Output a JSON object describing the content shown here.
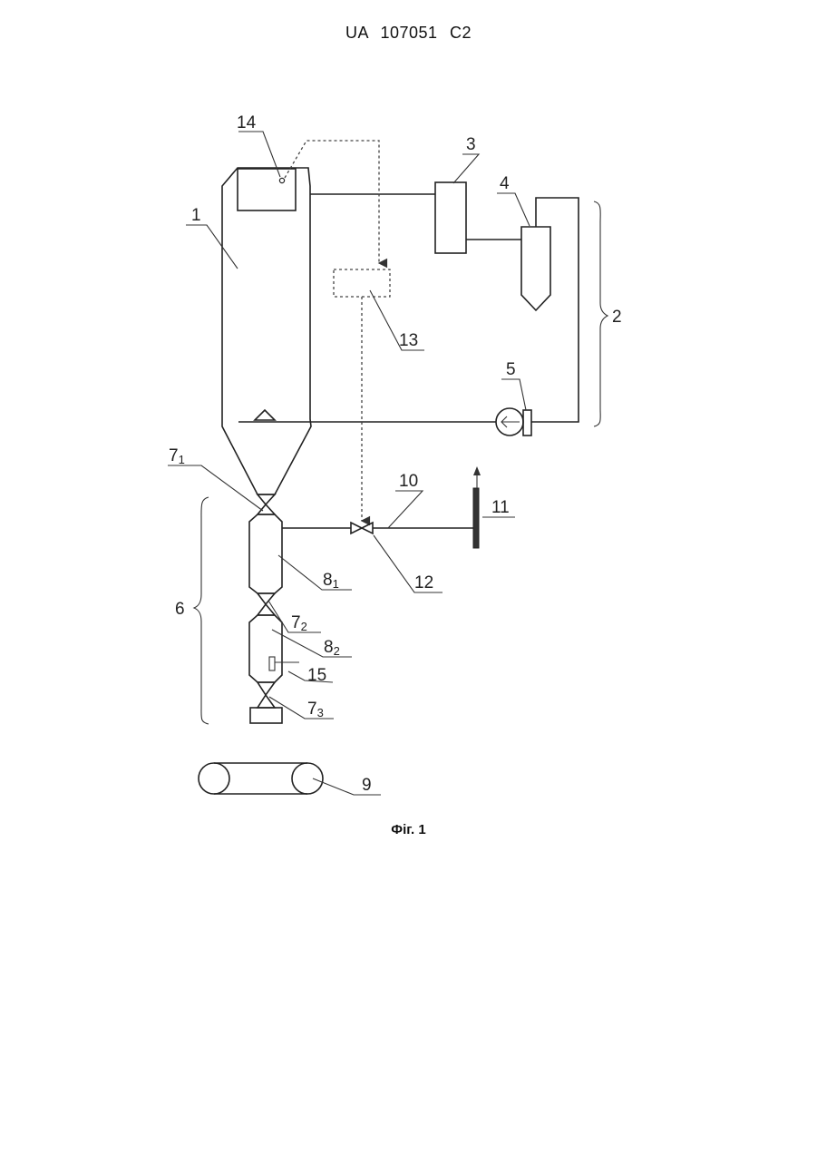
{
  "document": {
    "header": "UA   107051   C2",
    "caption": "Фіг. 1"
  },
  "labels": {
    "l1": "1",
    "l2": "2",
    "l3": "3",
    "l4": "4",
    "l5": "5",
    "l6": "6",
    "l7_1_main": "7",
    "l7_1_sub": "1",
    "l7_2_main": "7",
    "l7_2_sub": "2",
    "l7_3_main": "7",
    "l7_3_sub": "3",
    "l8_1_main": "8",
    "l8_1_sub": "1",
    "l8_2_main": "8",
    "l8_2_sub": "2",
    "l9": "9",
    "l10": "10",
    "l11": "11",
    "l12": "12",
    "l13": "13",
    "l14": "14",
    "l15": "15"
  }
}
